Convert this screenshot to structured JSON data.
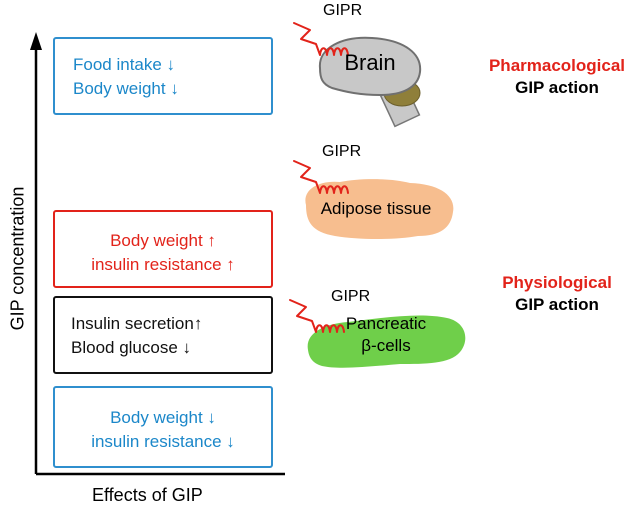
{
  "axes": {
    "y_label": "GIP concentration",
    "x_label": "Effects of GIP"
  },
  "effect_boxes": [
    {
      "lines": [
        "Food intake ↓",
        "Body weight ↓"
      ],
      "color": "#1b87c9"
    },
    {
      "lines": [
        "Body weight ↑",
        "insulin resistance ↑"
      ],
      "color": "#e2231a"
    },
    {
      "lines": [
        "Insulin secretion↑",
        "Blood glucose ↓"
      ],
      "color": "#111111"
    },
    {
      "lines": [
        "Body weight ↓",
        "insulin resistance ↓"
      ],
      "color": "#1b87c9"
    }
  ],
  "organs": {
    "brain": {
      "receptor": "GIPR",
      "label": "Brain",
      "color": "#c8c8c8"
    },
    "adipose": {
      "receptor": "GIPR",
      "label": "Adipose tissue",
      "color": "#f7be8f"
    },
    "pancreas": {
      "receptor": "GIPR",
      "label_lines": [
        "Pancreatic",
        "β-cells"
      ],
      "color": "#6fcf4a"
    }
  },
  "actions": {
    "pharmacological": {
      "kind": "Pharmacological",
      "word": "GIP action"
    },
    "physiological": {
      "kind": "Physiological",
      "word": "GIP action"
    }
  },
  "colors": {
    "receptor": "#e2231a",
    "blue": "#1b87c9",
    "red": "#e2231a"
  }
}
